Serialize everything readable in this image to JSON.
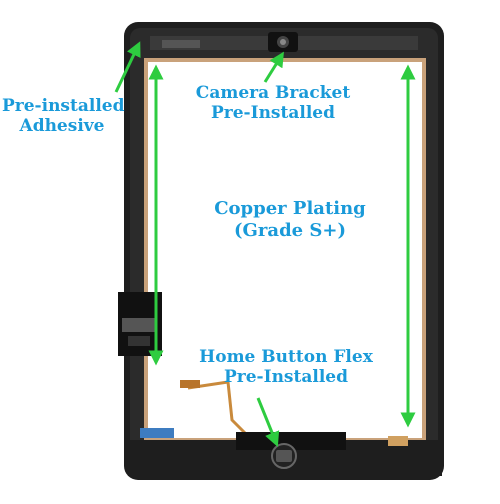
{
  "colors": {
    "label": "#1a9ad9",
    "arrow": "#2ecc40",
    "frame": "#2a2a2a",
    "copper_border": "#c9a27b"
  },
  "labels": {
    "adhesive": [
      "Pre-installed",
      "Adhesive"
    ],
    "camera": [
      "Camera Bracket",
      "Pre-Installed"
    ],
    "copper": [
      "Copper Plating",
      "(Grade S+)"
    ],
    "home": [
      "Home Button Flex",
      "Pre-Installed"
    ]
  }
}
